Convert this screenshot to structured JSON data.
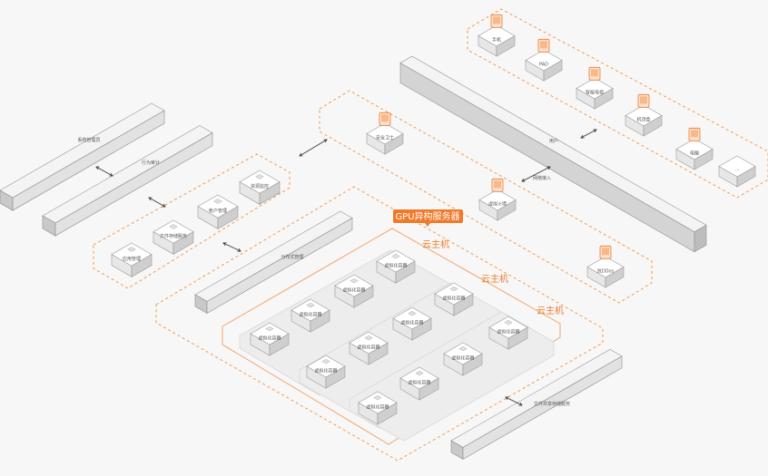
{
  "labels": {
    "system_mgmt": "系统管理员",
    "behavior_audit": "行为审计",
    "resource_monitor": "资源监控",
    "account_mgmt": "帐户管理",
    "file_storage": "文件存储服务",
    "app_mgmt": "应用管理",
    "security_guard": "安全卫士",
    "user": "用户",
    "virtual_firewall": "虚拟火墙",
    "anti_ddos": "抗DDos",
    "distributed_mgmt": "分布式管理",
    "gpu_server": "GPU异构服务器",
    "cloud_host": "云主机",
    "vm_container": "虚拟化容器",
    "file_storage_service": "文件共享存储服务",
    "phone": "手机",
    "pad": "PAD",
    "smart_tv": "智能电视",
    "set_top_box": "机顶盒",
    "computer": "电脑",
    "more": "···",
    "network_access": "网络接入"
  },
  "colors": {
    "accent": "#f07a2a",
    "dashed_border": "#f39a4a",
    "box_top": "#ffffff",
    "box_left": "#e7e7e7",
    "box_right": "#cfcfcf",
    "bar_top": "#f4f4f4",
    "bar_front": "#e2e2e2",
    "bar_end": "#c9c9c9"
  }
}
